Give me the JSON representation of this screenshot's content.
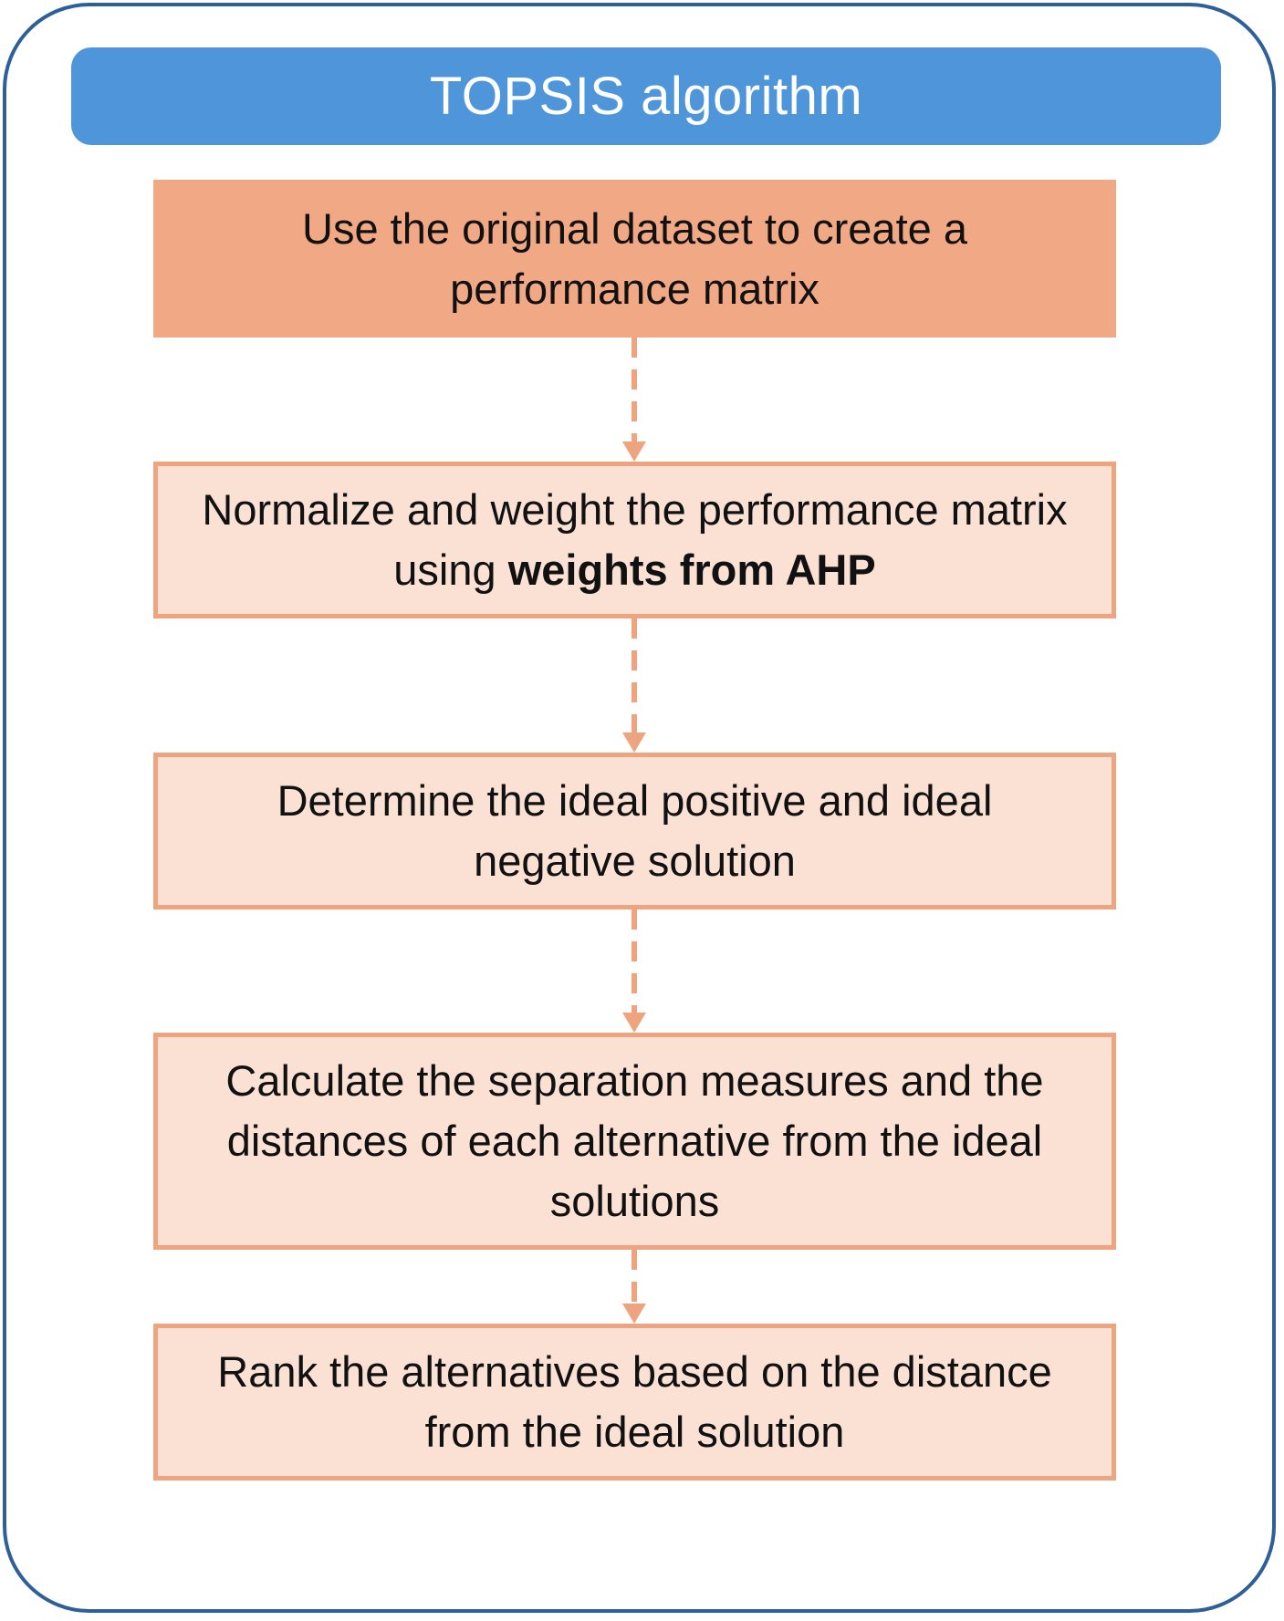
{
  "title": "TOPSIS algorithm",
  "steps": [
    {
      "text": "Use the original dataset to create a performance matrix"
    },
    {
      "text_before": "Normalize and weight the performance matrix using ",
      "text_bold": "weights from AHP"
    },
    {
      "text": "Determine the ideal positive and ideal negative solution"
    },
    {
      "text": "Calculate the separation measures and the distances of each alternative from the ideal solutions"
    },
    {
      "text": "Rank the alternatives based on the distance from the ideal solution"
    }
  ],
  "colors": {
    "frame": "#2e5f99",
    "header": "#4f95d9",
    "first_step_fill": "#f1a985",
    "step_fill": "#fae1d4",
    "step_border": "#eea57f",
    "arrow": "#eea57f"
  }
}
